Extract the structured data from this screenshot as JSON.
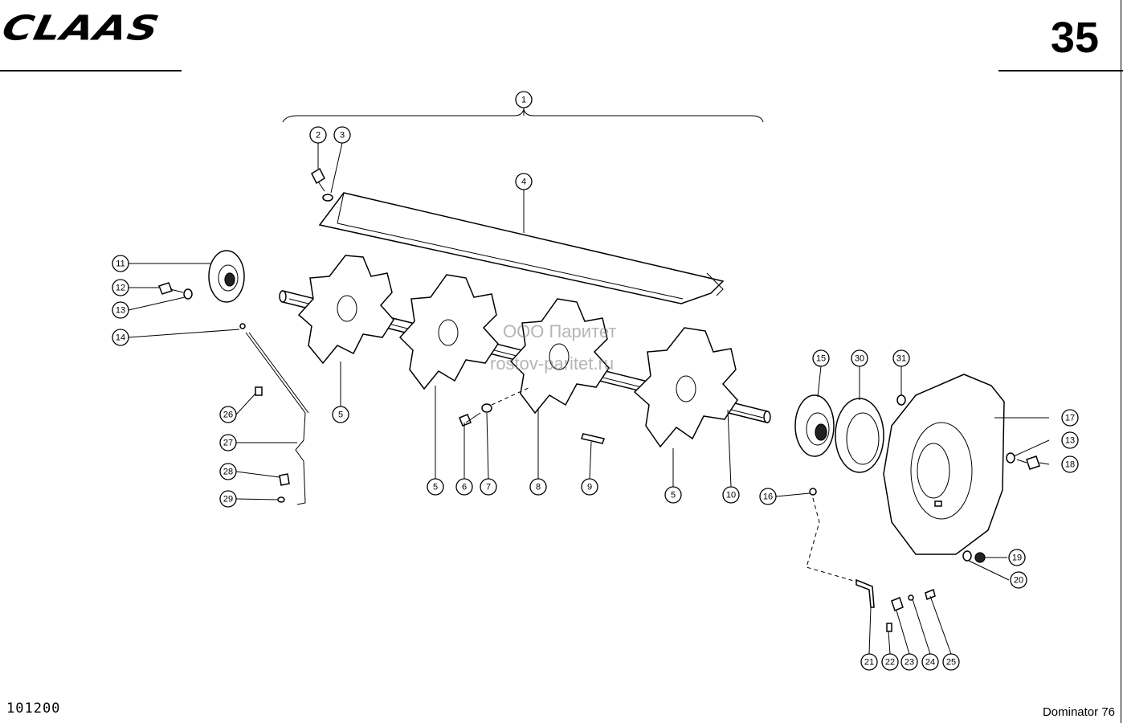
{
  "header": {
    "brand": "CLAAS",
    "page_number": "35"
  },
  "footer": {
    "doc_code": "101200",
    "model": "Dominator 76"
  },
  "watermark": {
    "line1": "ООО Паритет",
    "line2": "rostov-paritet.ru"
  },
  "callouts": [
    "1",
    "2",
    "3",
    "4",
    "11",
    "12",
    "13",
    "14",
    "5",
    "26",
    "27",
    "28",
    "29",
    "5",
    "6",
    "7",
    "8",
    "9",
    "5",
    "10",
    "15",
    "30",
    "31",
    "16",
    "17",
    "13",
    "18",
    "19",
    "20",
    "21",
    "22",
    "23",
    "24",
    "25"
  ]
}
